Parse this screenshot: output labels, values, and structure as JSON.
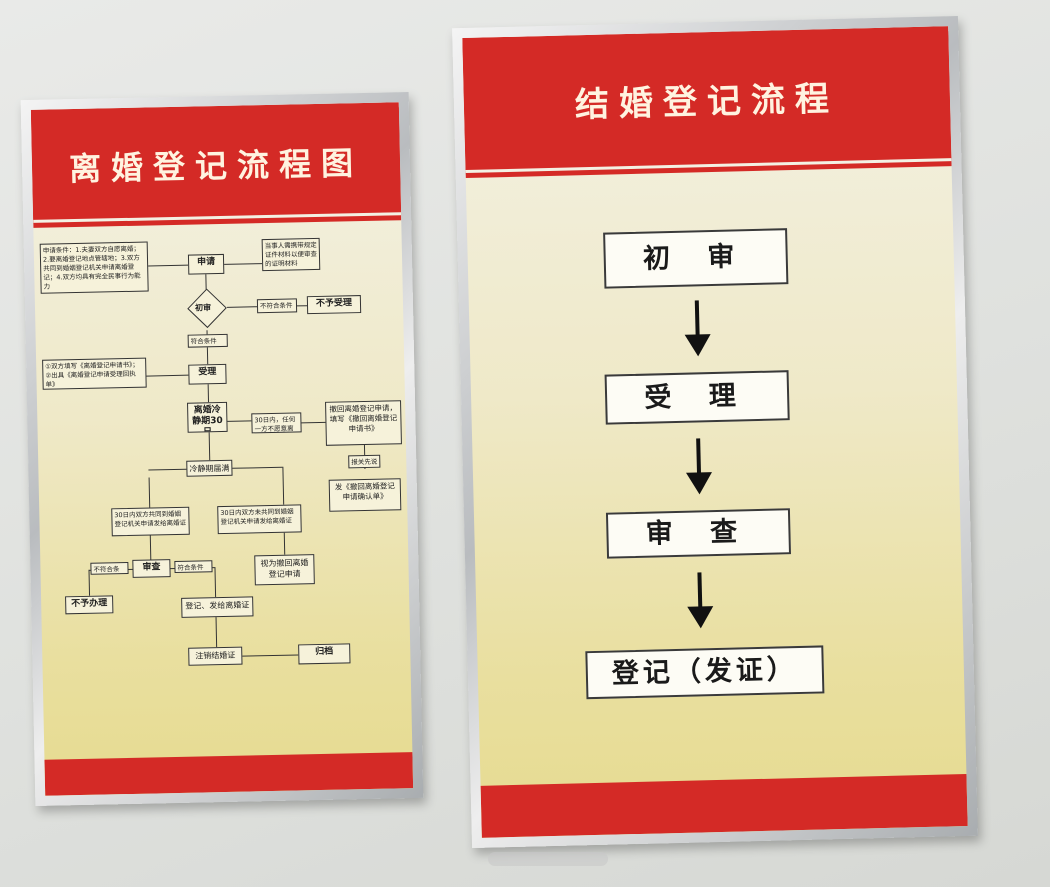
{
  "divorce_poster": {
    "title": "离婚登记流程图",
    "nodes": {
      "apply": "申请",
      "apply_note": "申请条件：1.夫妻双方自愿离婚；2.要离婚登记地点管辖地；3.双方共同到婚姻登记机关申请离婚登记；4.双方均具有完全民事行为能力",
      "docs_note": "当事人需携带规定证件材料以便审查的证明材料",
      "first_review": "初审",
      "not_meet": "不符合条件",
      "reject": "不予受理",
      "meet": "符合条件",
      "accept_note": "①双方填写《离婚登记申请书》；②出具《离婚登记申请受理回执单》",
      "accept": "受理",
      "cooling": "离婚冷静期30日",
      "within30": "30日内，任何一方不愿意离婚",
      "withdraw_apply": "撤回离婚登记申请，填写《撤回离婚登记申请书》",
      "report": "报关先说",
      "issue_withdraw": "发《撤回离婚登记申请确认单》",
      "cool_end": "冷静期届满",
      "both_apply": "30日内双方共同到婚姻登记机关申请发给离婚证",
      "not_apply": "30日内双方未共同到婚姻登记机关申请发给离婚证",
      "review": "审查",
      "no_cond": "不符合条件",
      "yes_cond": "符合条件",
      "deemed_withdraw": "视为撤回离婚登记申请",
      "no_handle": "不予办理",
      "register_issue": "登记、发给离婚证",
      "cancel_cert": "注销结婚证",
      "archive": "归档"
    }
  },
  "marriage_poster": {
    "title": "结婚登记流程",
    "steps": [
      "初 审",
      "受 理",
      "审 查",
      "登记（发证）"
    ]
  }
}
